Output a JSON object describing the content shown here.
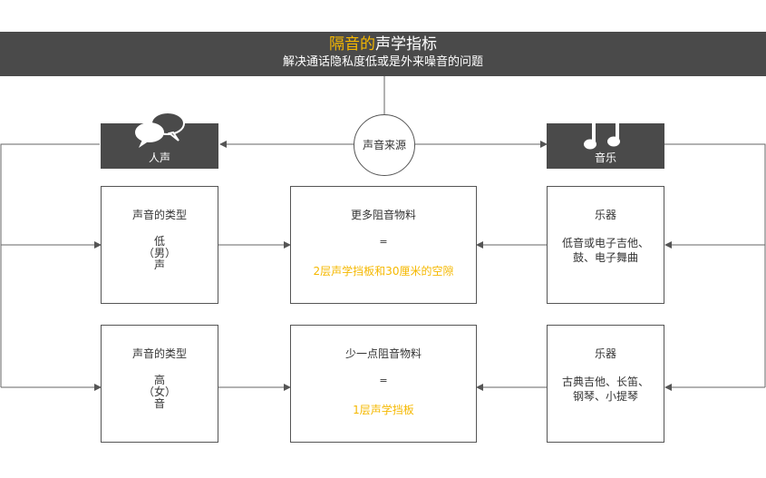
{
  "header": {
    "title_accent": "隔音的",
    "title_rest": "声学指标",
    "subtitle": "解决通话隐私度低或是外来噪音的问题"
  },
  "center": {
    "source_label": "声音来源"
  },
  "left_header": {
    "label": "人声",
    "icon": "speech-bubbles-icon"
  },
  "right_header": {
    "label": "音乐",
    "icon": "music-note-icon"
  },
  "left_boxes": [
    {
      "title": "声音的类型",
      "chars": [
        "低",
        "（男）",
        "声"
      ]
    },
    {
      "title": "声音的类型",
      "chars": [
        "高",
        "（女）",
        "音"
      ]
    }
  ],
  "middle_boxes": [
    {
      "title": "更多阻音物料",
      "eq": "=",
      "highlight": "2层声学挡板和30厘米的空隙"
    },
    {
      "title": "少一点阻音物料",
      "eq": "=",
      "highlight": "1层声学挡板"
    }
  ],
  "right_boxes": [
    {
      "title": "乐器",
      "lines": [
        "低音或电子吉他、",
        "鼓、电子舞曲"
      ]
    },
    {
      "title": "乐器",
      "lines": [
        "古典吉他、长笛、",
        "钢琴、小提琴"
      ]
    }
  ],
  "colors": {
    "accent": "#f5b800",
    "dark": "#4a4a4a",
    "line": "#555555"
  }
}
